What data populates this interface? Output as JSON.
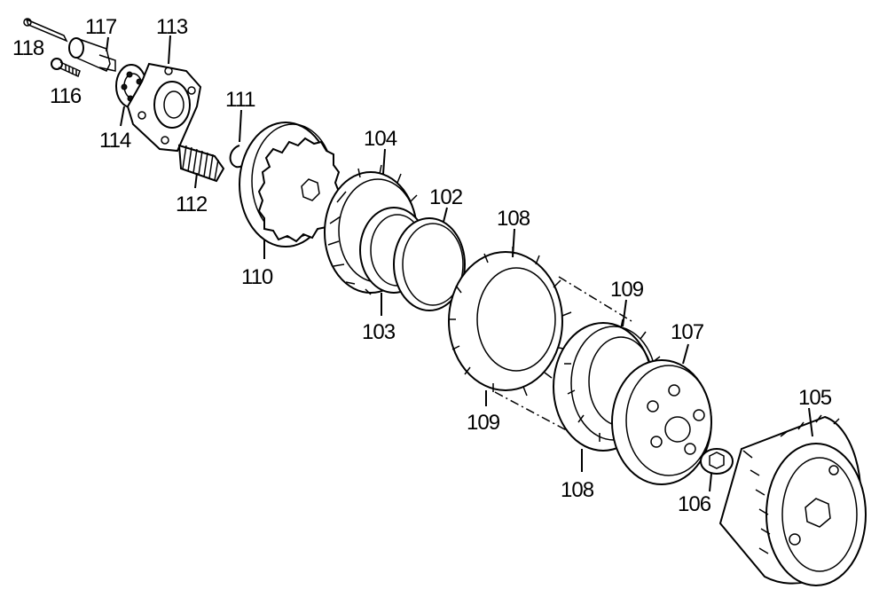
{
  "labels": {
    "p102": "102",
    "p103": "103",
    "p104": "104",
    "p105": "105",
    "p106": "106",
    "p107": "107",
    "p108a": "108",
    "p108b": "108",
    "p109a": "109",
    "p109b": "109",
    "p110": "110",
    "p111": "111",
    "p112": "112",
    "p113": "113",
    "p114": "114",
    "p116": "116",
    "p117": "117",
    "p118": "118"
  }
}
